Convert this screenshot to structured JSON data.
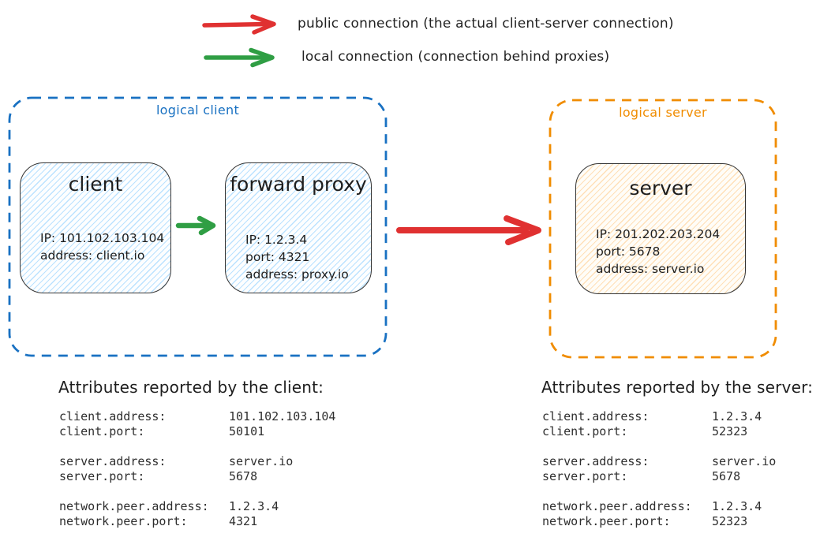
{
  "colors": {
    "public_connection": "#e03131",
    "local_connection": "#2f9e44",
    "logical_client": "#1971c2",
    "logical_server": "#f08c00",
    "node_stroke": "#343434",
    "client_fill_hatch": "#a5d8ff",
    "server_fill_hatch": "#ffd8a8"
  },
  "legend": {
    "public": {
      "label": "public connection (the actual client-server connection)"
    },
    "local": {
      "label": "local connection (connection behind proxies)"
    }
  },
  "diagram": {
    "logical_client": {
      "label": "logical client",
      "client_node": {
        "title": "client",
        "lines": [
          "IP: 101.102.103.104",
          "address: client.io"
        ]
      },
      "proxy_node": {
        "title": "forward proxy",
        "lines": [
          "IP: 1.2.3.4",
          "port: 4321",
          "address: proxy.io"
        ]
      }
    },
    "logical_server": {
      "label": "logical server",
      "server_node": {
        "title": "server",
        "lines": [
          "IP: 201.202.203.204",
          "port: 5678",
          "address: server.io"
        ]
      }
    }
  },
  "attributes": {
    "client": {
      "heading": "Attributes reported by the client:",
      "groups": [
        {
          "rows": [
            {
              "key": "client.address:",
              "value": "101.102.103.104"
            },
            {
              "key": "client.port:",
              "value": "50101"
            }
          ]
        },
        {
          "rows": [
            {
              "key": "server.address:",
              "value": "server.io"
            },
            {
              "key": "server.port:",
              "value": "5678"
            }
          ]
        },
        {
          "rows": [
            {
              "key": "network.peer.address:",
              "value": "1.2.3.4"
            },
            {
              "key": "network.peer.port:",
              "value": "4321"
            }
          ]
        }
      ]
    },
    "server": {
      "heading": "Attributes reported by the server:",
      "groups": [
        {
          "rows": [
            {
              "key": "client.address:",
              "value": "1.2.3.4"
            },
            {
              "key": "client.port:",
              "value": "52323"
            }
          ]
        },
        {
          "rows": [
            {
              "key": "server.address:",
              "value": "server.io"
            },
            {
              "key": "server.port:",
              "value": "5678"
            }
          ]
        },
        {
          "rows": [
            {
              "key": "network.peer.address:",
              "value": "1.2.3.4"
            },
            {
              "key": "network.peer.port:",
              "value": "52323"
            }
          ]
        }
      ]
    }
  }
}
